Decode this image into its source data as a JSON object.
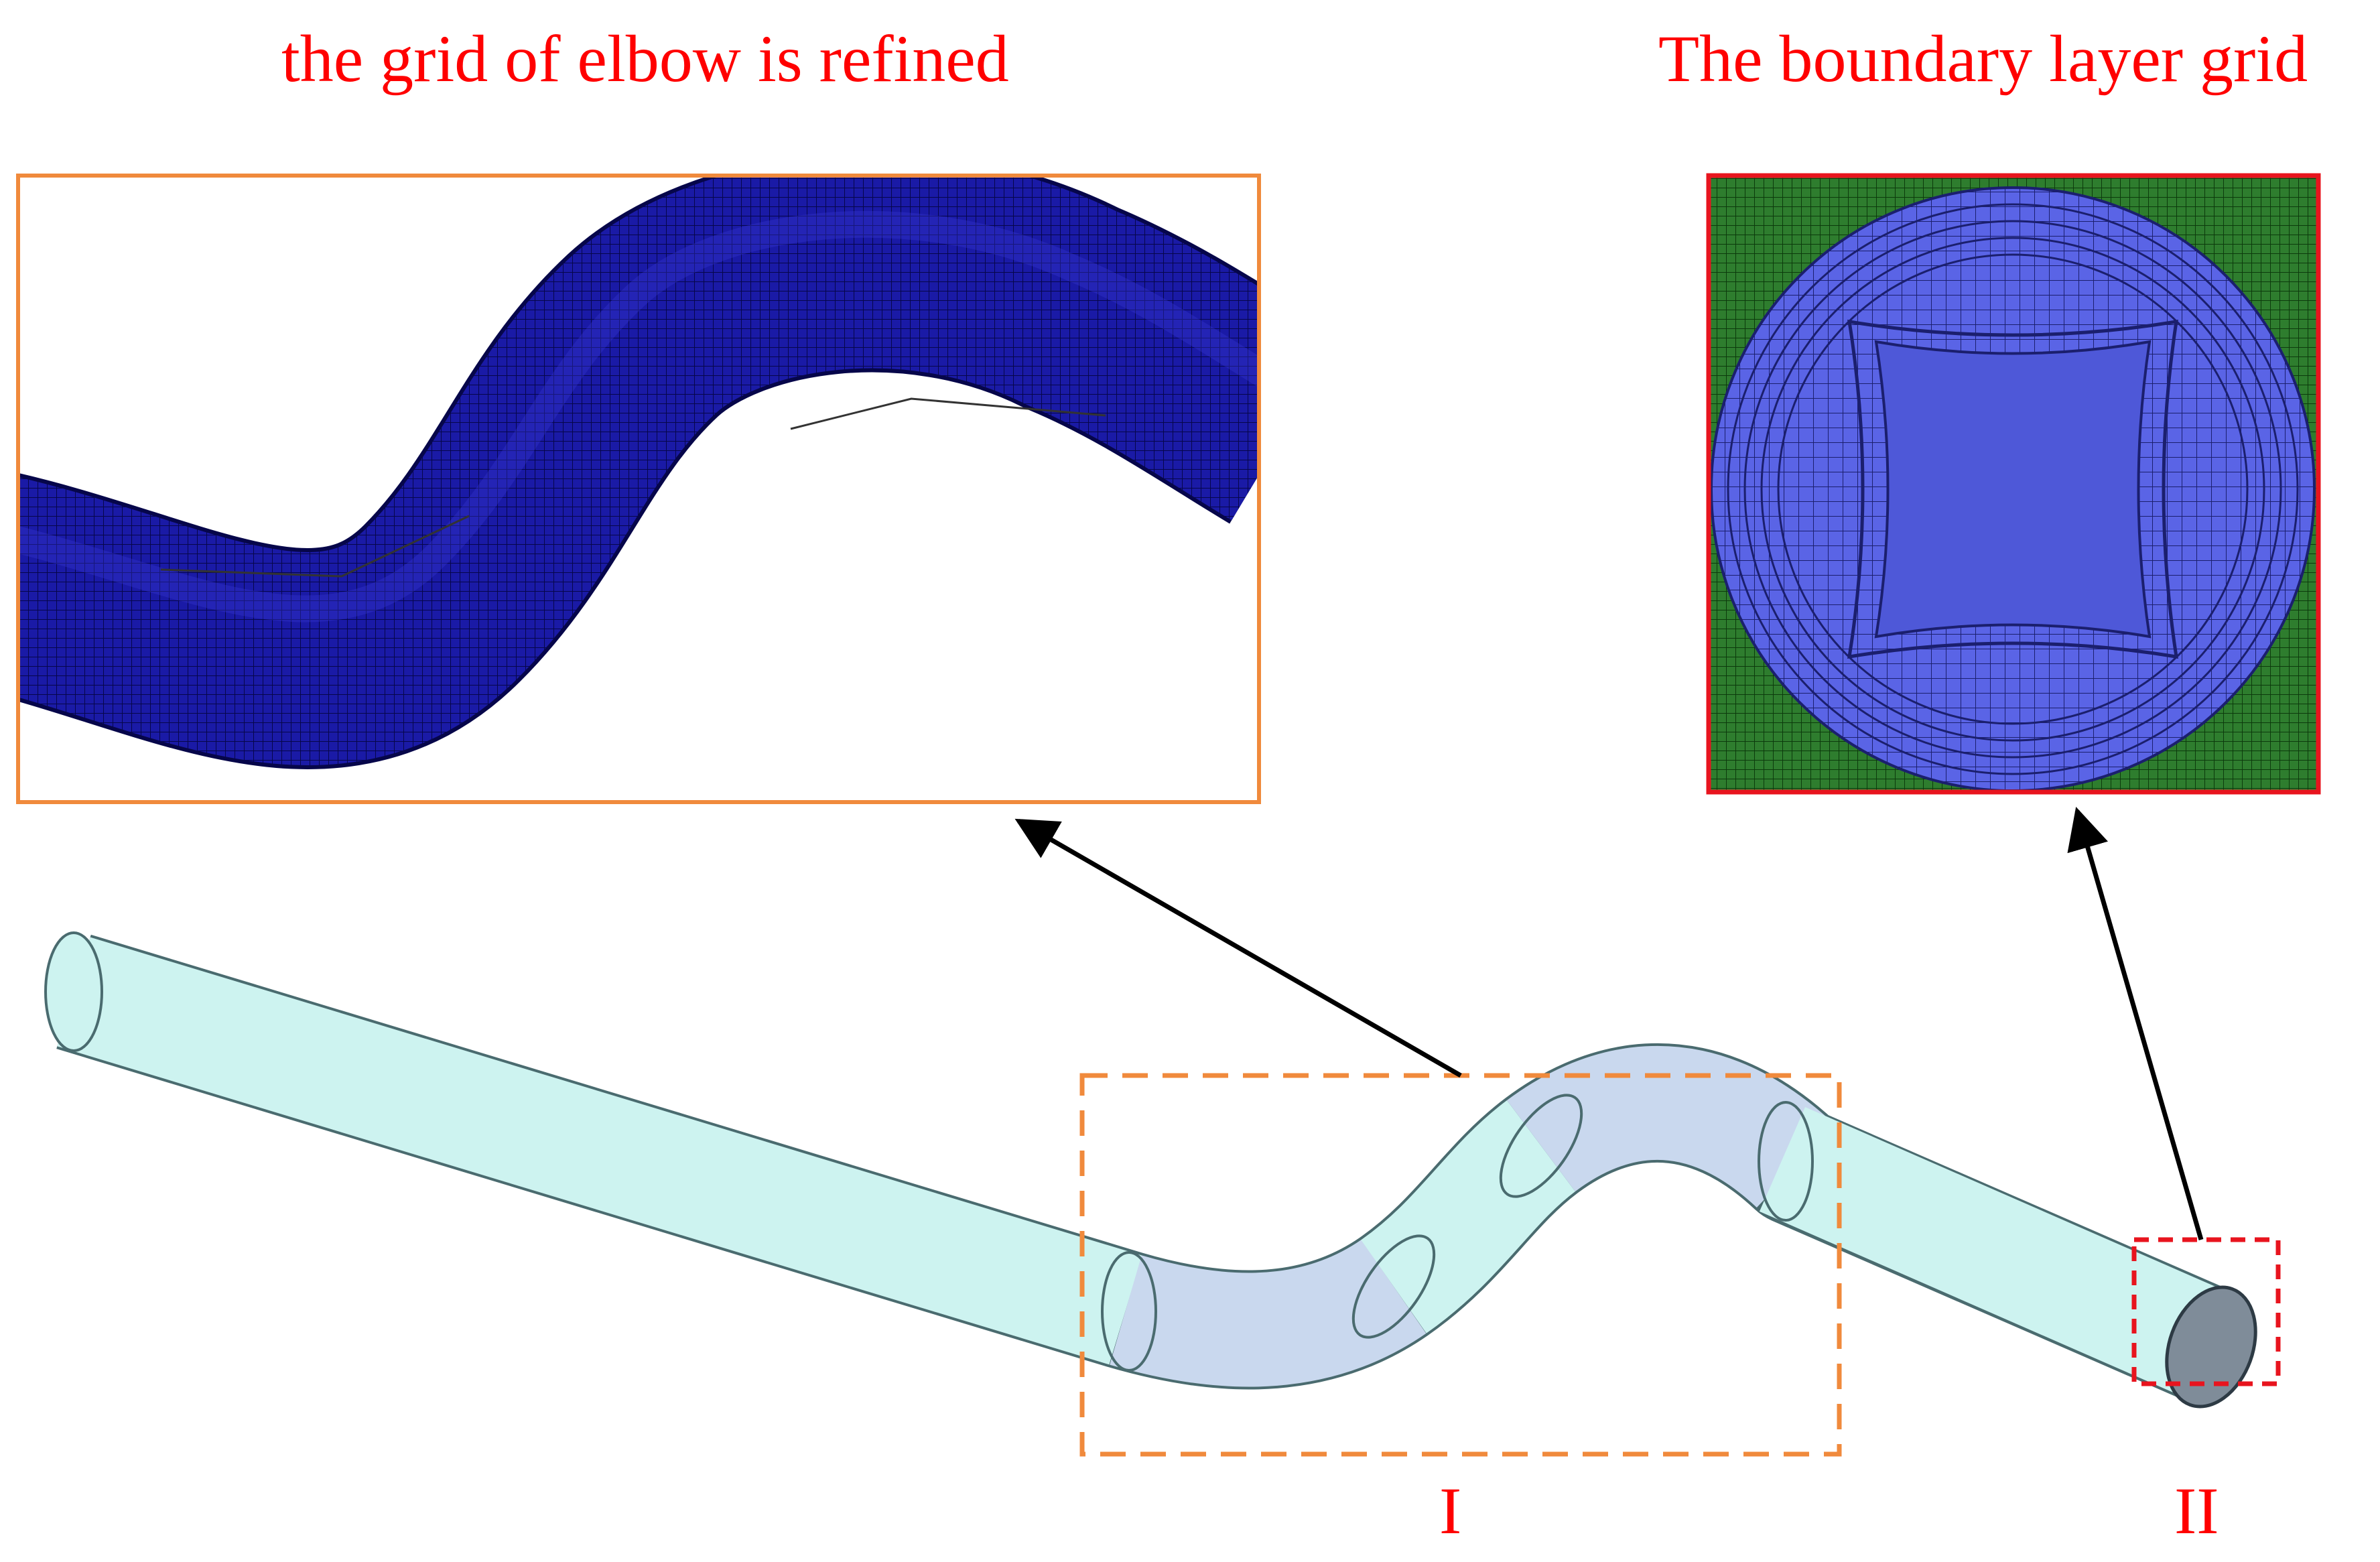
{
  "titles": {
    "left": "the grid of elbow is refined",
    "right": "The boundary layer grid"
  },
  "labels": {
    "region_1": "I",
    "region_2": "II"
  },
  "colors": {
    "label_red": "#ff0000",
    "frame_orange": "#f08a3c",
    "frame_red": "#e8141e",
    "mesh_blue_dark": "#14148c",
    "mesh_blue_face": "#5a64e6",
    "mesh_green": "#2e7d2e",
    "pipe_straight": "#cdf3f0",
    "pipe_elbow": "#c9d8ee",
    "pipe_outlet": "#7f8c99",
    "arrow": "#000000"
  }
}
